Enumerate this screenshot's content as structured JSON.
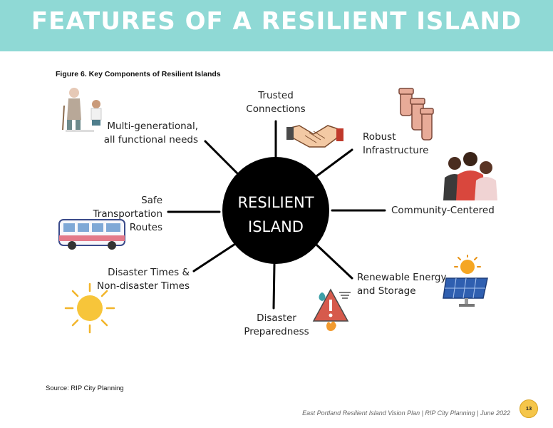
{
  "banner": {
    "title": "FEATURES OF A RESILIENT ISLAND"
  },
  "figure": {
    "caption": "Figure 6. Key Components of Resilient Islands"
  },
  "center": {
    "line1": "RESILIENT",
    "line2": "ISLAND"
  },
  "spokes": {
    "trusted": {
      "line1": "Trusted",
      "line2": "Connections",
      "icon": "handshake-icon"
    },
    "robust": {
      "line1": "Robust",
      "line2": "Infrastructure",
      "icon": "pipes-icon"
    },
    "community": {
      "line1": "Community-Centered",
      "icon": "people-group-icon"
    },
    "renewable": {
      "line1": "Renewable Energy",
      "line2": "and Storage",
      "icon": "solar-panel-icon"
    },
    "preparedness": {
      "line1": "Disaster",
      "line2": "Preparedness",
      "icon": "hazard-warning-icon"
    },
    "times": {
      "line1": "Disaster Times &",
      "line2": "Non-disaster Times",
      "icon": "sun-icon"
    },
    "transport": {
      "line1": "Safe",
      "line2": "Transportation",
      "line3": "Routes",
      "icon": "bus-icon"
    },
    "multigen": {
      "line1": "Multi-generational,",
      "line2": "all functional needs",
      "icon": "elder-child-icon"
    }
  },
  "source": "Source:  RIP City Planning",
  "footer": "East Portland Resilient Island Vision Plan | RIP City Planning  |  June 2022",
  "page_number": "13",
  "colors": {
    "banner": "#8fd9d5",
    "hub": "#000000",
    "page_badge": "#f5c64a"
  }
}
